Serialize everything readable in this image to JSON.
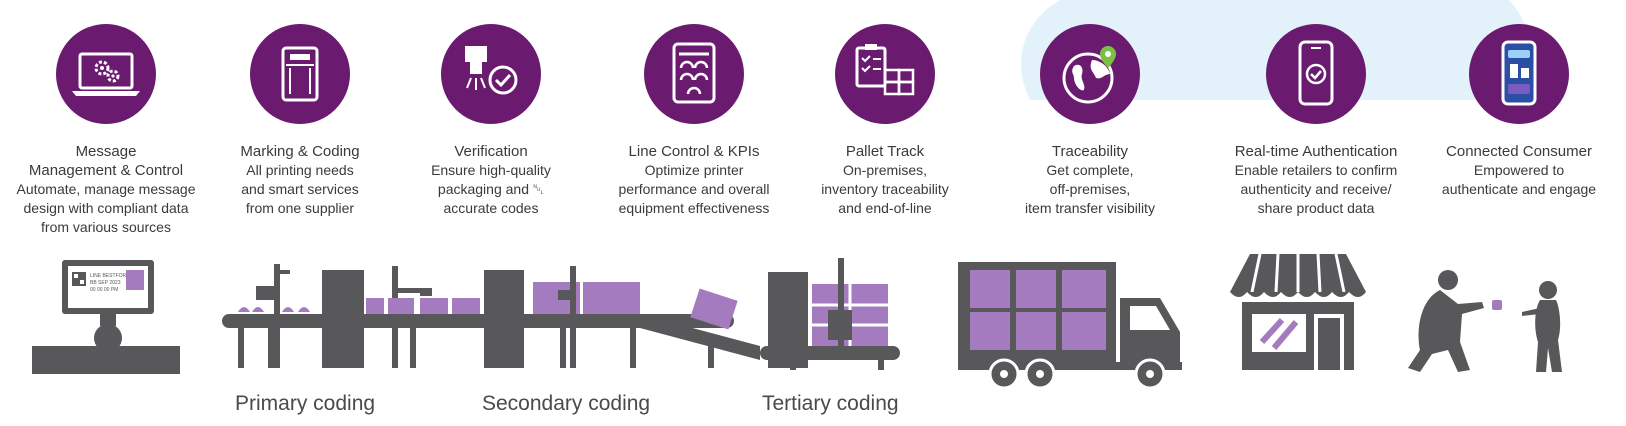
{
  "steps": [
    {
      "title": "Message",
      "title2": "Management & Control",
      "desc": [
        "Automate, manage message",
        "design with compliant data",
        "from various sources"
      ],
      "icon": "laptop-gears-icon"
    },
    {
      "title": "Marking & Coding",
      "desc": [
        "All printing needs",
        "and smart services",
        "from one supplier"
      ],
      "icon": "printer-icon"
    },
    {
      "title": "Verification",
      "desc": [
        "Ensure high-quality",
        "packaging and ␀",
        "accurate codes"
      ],
      "icon": "camera-check-icon"
    },
    {
      "title": "Line Control & KPIs",
      "desc": [
        "Optimize printer",
        "performance and overall",
        "equipment effectiveness"
      ],
      "icon": "tablet-gauges-icon"
    },
    {
      "title": "Pallet Track",
      "desc": [
        "On-premises,",
        "inventory traceability",
        "and end-of-line"
      ],
      "icon": "clipboard-boxes-icon"
    },
    {
      "title": "Traceability",
      "desc": [
        "Get complete,",
        "off-premises,",
        "item transfer visibility"
      ],
      "icon": "globe-pin-icon"
    },
    {
      "title": "Real-time Authentication",
      "desc": [
        "Enable retailers to confirm",
        "authenticity and receive/",
        "share product data"
      ],
      "icon": "phone-check-icon"
    },
    {
      "title": "Connected Consumer",
      "desc": [
        "Empowered to",
        "authenticate and engage"
      ],
      "icon": "phone-scan-icon"
    }
  ],
  "scene": {
    "primary": "Primary coding",
    "secondary": "Secondary coding",
    "tertiary": "Tertiary coding",
    "screen_text": [
      "LINE BESTFORE",
      "BB SEP 2023",
      "00 00 00 PM"
    ]
  },
  "colors": {
    "purple": "#6a1b6f",
    "light_purple": "#a57bbf",
    "gray": "#58585a",
    "cloud": "#e3f1fb"
  }
}
